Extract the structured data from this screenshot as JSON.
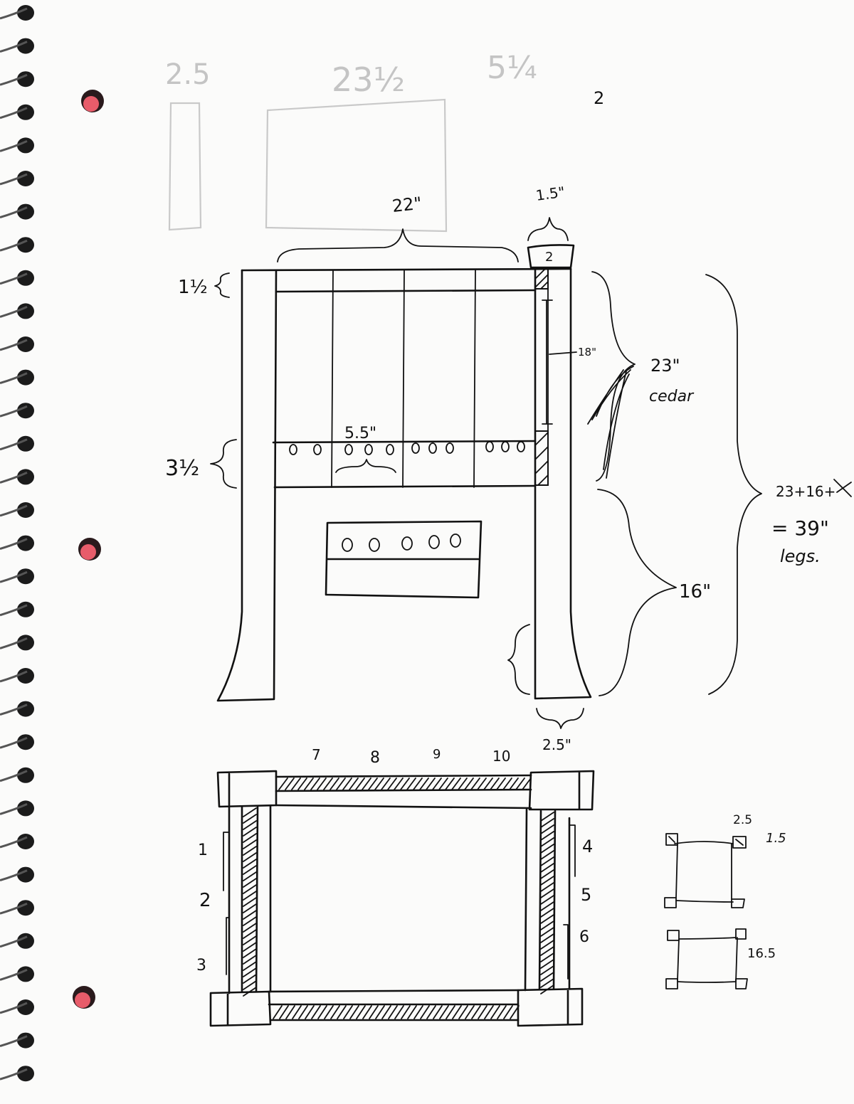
{
  "page_number": "2",
  "ghost_labels": [
    "2.5",
    "23½",
    "5¼"
  ],
  "front_view": {
    "top_width": "22\"",
    "leg_thickness": "1.5\"",
    "top_rail_height": "1½",
    "bottom_rail_height": "3½",
    "hole_spacing": "5.5\"",
    "slat_gap": "18\"",
    "upper_section": "23\"",
    "wood_type": "cedar",
    "lower_section": "16\"",
    "leg_formula": "23+16+",
    "leg_total": "= 39\"",
    "leg_caption": "legs.",
    "leg_width": "2.5\"",
    "small_mark": "2"
  },
  "top_view": {
    "top_numbers": [
      "7",
      "8",
      "9",
      "10"
    ],
    "left_numbers": [
      "1",
      "2",
      "3"
    ],
    "right_numbers": [
      "4",
      "5",
      "6"
    ]
  },
  "mini_views": {
    "dim_a": "2.5",
    "dim_b": "1.5",
    "dim_c": "16.5"
  }
}
